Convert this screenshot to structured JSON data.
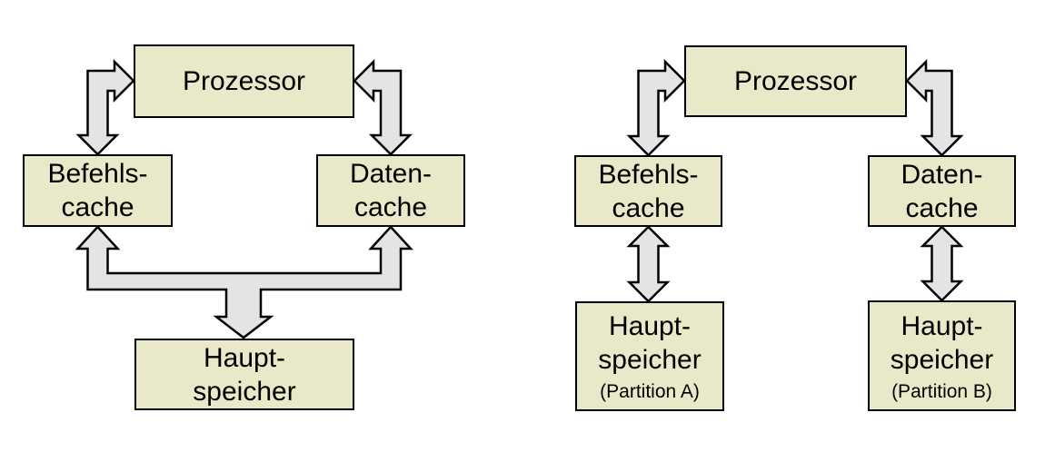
{
  "colors": {
    "background": "#ffffff",
    "box_fill": "#e9e9c9",
    "box_border": "#000000",
    "arrow_fill": "#e4e4e4",
    "arrow_outline": "#000000"
  },
  "diagrams": [
    {
      "name": "shared-main-memory",
      "nodes": {
        "prozessor": {
          "label": "Prozessor"
        },
        "befehlscache": {
          "line1": "Befehls-",
          "line2": "cache"
        },
        "datencache": {
          "line1": "Daten-",
          "line2": "cache"
        },
        "hauptspeicher": {
          "line1": "Haupt-",
          "line2": "speicher"
        }
      }
    },
    {
      "name": "partitioned-main-memory",
      "nodes": {
        "prozessor": {
          "label": "Prozessor"
        },
        "befehlscache": {
          "line1": "Befehls-",
          "line2": "cache"
        },
        "datencache": {
          "line1": "Daten-",
          "line2": "cache"
        },
        "hauptspeicher_a": {
          "line1": "Haupt-",
          "line2": "speicher",
          "subtitle": "(Partition A)"
        },
        "hauptspeicher_b": {
          "line1": "Haupt-",
          "line2": "speicher",
          "subtitle": "(Partition B)"
        }
      }
    }
  ]
}
